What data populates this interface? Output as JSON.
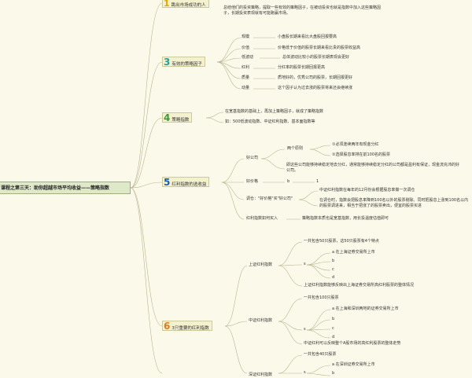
{
  "root": "课程之第三天：助你超越市场平均收益——策略指数",
  "b1": {
    "num": "1",
    "label": "跳出市场成功的人",
    "note": "总结他们的投资策略，提取一些有效的策略因子，在被动投资也就是指数中加入这些策略因子，长期投资表现就有可能跑赢市场。"
  },
  "b3": {
    "num": "3",
    "label": "有效的策略因子",
    "factors": [
      {
        "name": "规模",
        "desc": "小盘股长期来看比大盘股回报要高"
      },
      {
        "name": "价值",
        "desc": "价格低于价值的股票长期来看比贵的股票收益高"
      },
      {
        "name": "低波动",
        "desc": "总体波动比较小的股票长期表现会更好"
      },
      {
        "name": "红利",
        "desc": "分红率的股票长期回报更高"
      },
      {
        "name": "质量",
        "desc": "质地好的，优秀公司的股票，长期回报更好"
      },
      {
        "name": "动量",
        "desc": "这个因子认为过去涨的股票将来还会继续涨"
      }
    ]
  },
  "b4": {
    "num": "4",
    "label": "策略指数",
    "notes": [
      "在宽基指数的基础上，再加上策略因子，就成了策略指数",
      "如：500低波动指数、中证红利指数、基本面指数等"
    ]
  },
  "b5": {
    "num": "5",
    "label": "红利指数的选收益",
    "good": "好公司",
    "conds": "两个原则",
    "cond1": "①必须连续两年有现金分红",
    "cond2": "②选择股息率排在前100名的股票",
    "reason": "即这些公司能够持续稳定地去分红，通常能够持续稳定分红的公司都是盈利有保证，现金流充沛的好公司。",
    "price": "好价格",
    "price_a": "b",
    "price_b": "1",
    "adjust_label": "调仓：\"好价格\"买\"好公司\"",
    "adjust1": "中证红利指数在每年的12月份会根据股息率做一次调仓",
    "adjust2": "在调仓时，指数会把股息率降到100名以外的股票剔除。同时把股息上涨到100名以内的股票调进来，相当于把涨了的股票卖出，便宜的股票买进",
    "howbuy": "红利指数如何买入",
    "howbuy_desc": "策略指数本质也是宽基指数，用长投温度估值即可"
  },
  "b6": {
    "num": "6",
    "label": "3只重要的红利指数",
    "i1": {
      "name": "上证红利指数",
      "f1": "一共包含50只股票，这50只股票有4个特点",
      "a": "a 在上海证券交易所上市",
      "b": "b",
      "c": "c",
      "d": "d",
      "s": "s",
      "f2": "上证红利指数能够反映出上海证券交易所高红利股票的整体情况"
    },
    "i2": {
      "name": "中证红利指数",
      "f1": "一共包含100只股票",
      "a": "a 在上海和深圳两地的证券交易所上市",
      "b": "b",
      "c": "c",
      "d": "d",
      "s": "s",
      "f2": "中证红利可以反映整个A股市场的高红利股票的整体走势"
    },
    "i3": {
      "f1": "一共包含40只股票",
      "a": "a 在深圳证券交易所上市",
      "b": "b",
      "name": "深证红利指数",
      "s": "s"
    }
  }
}
